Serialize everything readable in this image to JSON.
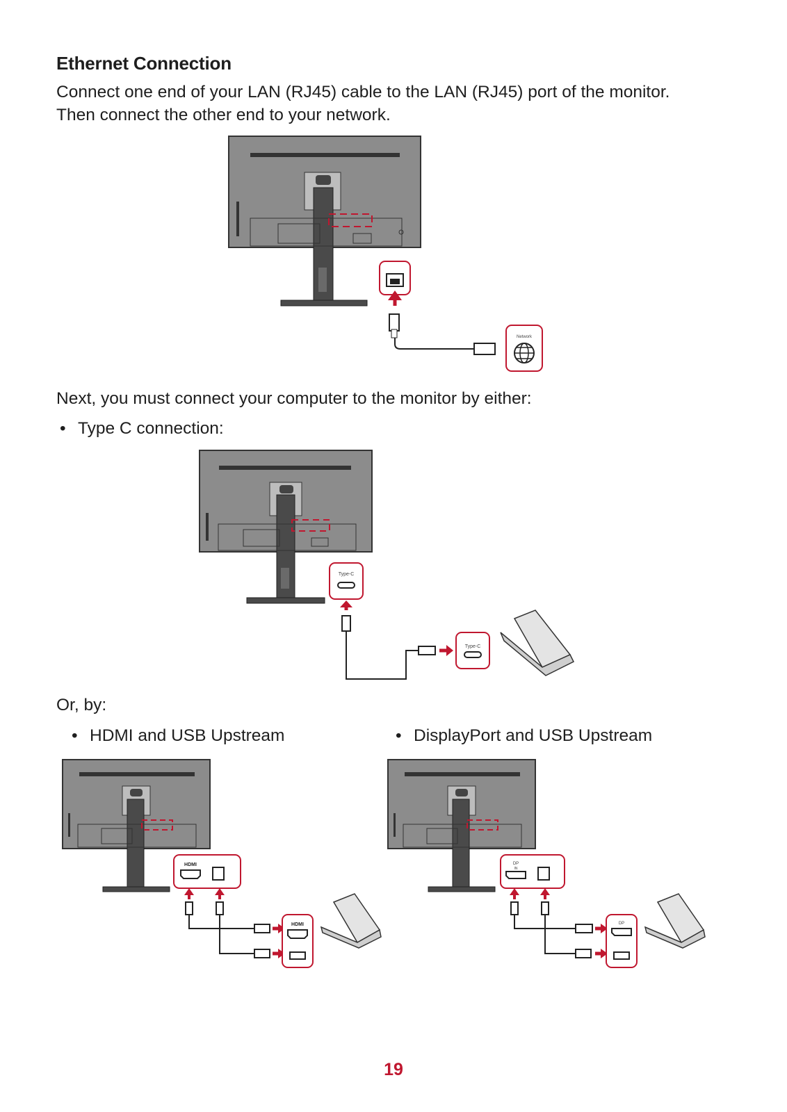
{
  "section_title": "Ethernet Connection",
  "intro_line1": "Connect one end of your LAN (RJ45) cable to the LAN (RJ45) port of the monitor.",
  "intro_line2": "Then connect the other end to your network.",
  "next_text": "Next, you must connect your computer to the monitor by either:",
  "bullet_typec": "Type C connection:",
  "or_text": "Or, by:",
  "bullet_hdmi": "HDMI and USB Upstream",
  "bullet_dp": "DisplayPort and USB Upstream",
  "labels": {
    "network": "Network",
    "typec": "Type-C",
    "hdmi": "HDMI",
    "dp": "DP",
    "dp_in": "IN"
  },
  "page_number": "19",
  "colors": {
    "accent_red": "#c0172f",
    "monitor_gray": "#8c8c8c",
    "stand_dark": "#4a4a4a"
  }
}
